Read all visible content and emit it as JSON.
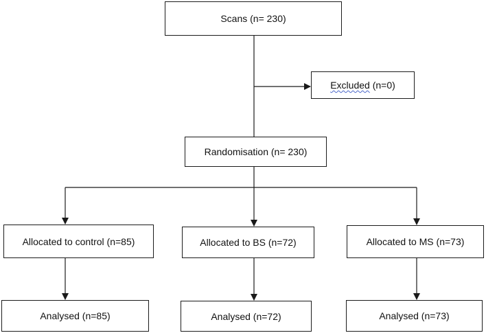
{
  "flowchart": {
    "scans": {
      "label": "Scans (n= 230)"
    },
    "excluded": {
      "word": "Excluded",
      "count": " (n=0)"
    },
    "randomisation": {
      "label": "Randomisation (n= 230)"
    },
    "allocations": [
      {
        "label": "Allocated to control (n=85)"
      },
      {
        "label": "Allocated to BS (n=72)"
      },
      {
        "label": "Allocated to MS (n=73)"
      }
    ],
    "analysed": [
      {
        "label": "Analysed (n=85)"
      },
      {
        "label": "Analysed (n=72)"
      },
      {
        "label": "Analysed (n=73)"
      }
    ]
  },
  "colors": {
    "line": "#1a1a1a",
    "box_border": "#1a1a1a",
    "spellcheck_underline": "#4a66c8"
  }
}
